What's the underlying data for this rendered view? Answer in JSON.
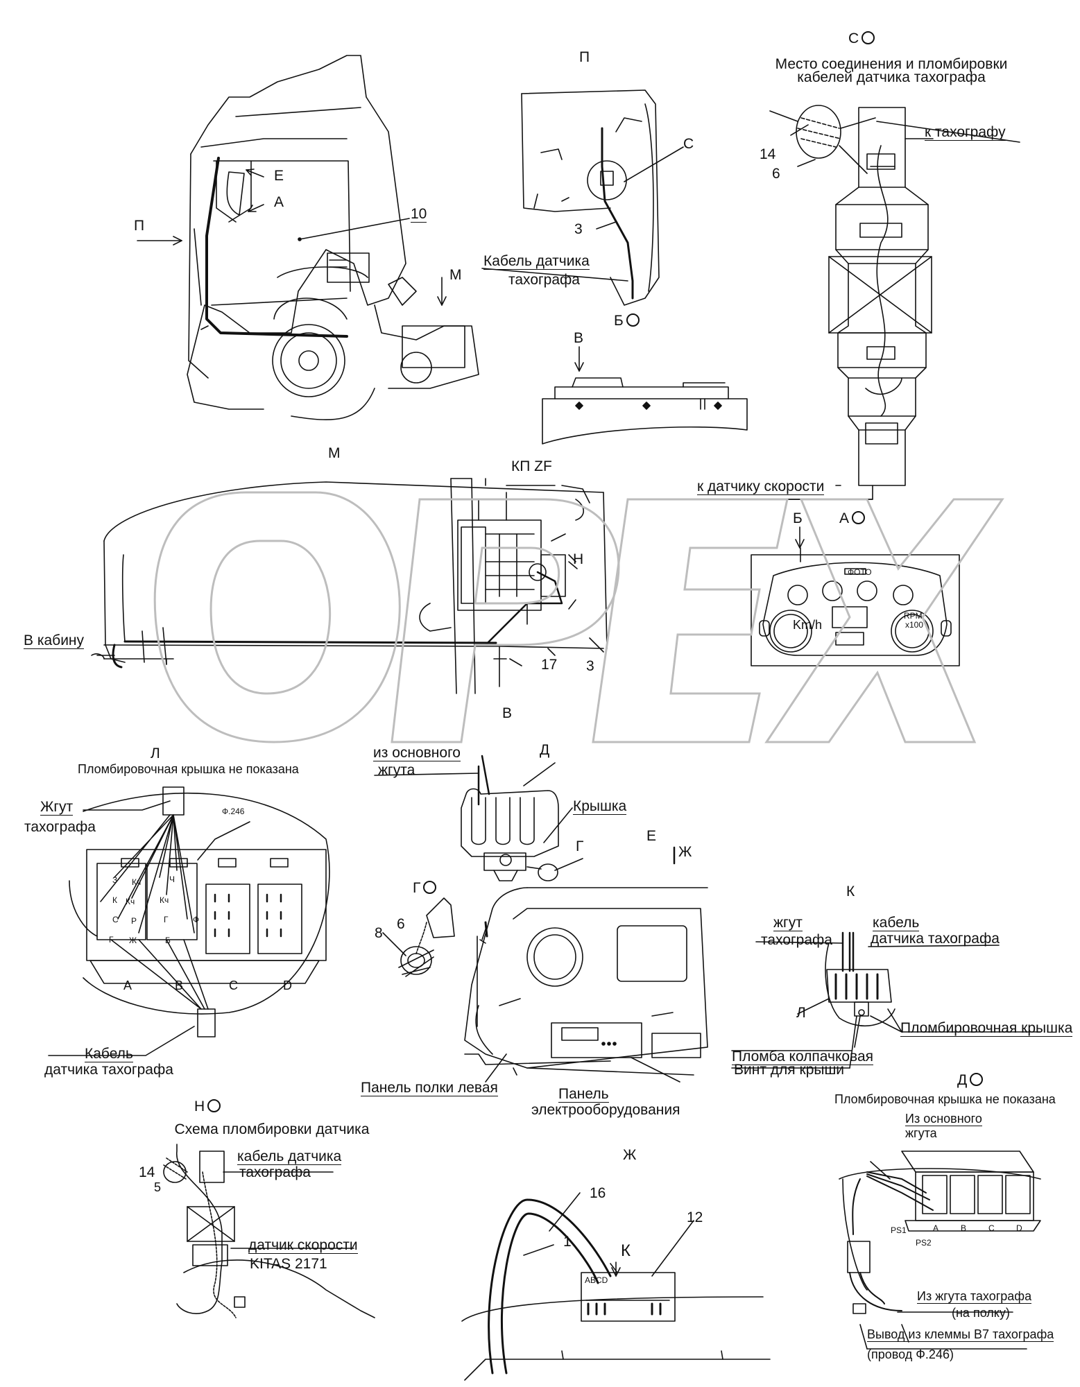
{
  "views": {
    "p_top": "П",
    "c": "С",
    "c_caption_1": "Место соединения и пломбировки",
    "c_caption_2": "кабелей датчика тахографа",
    "to_tachograph": "к тахографу",
    "to_speed_sensor": "к датчику скорости",
    "m": "М",
    "kp": "КП ZF",
    "to_cab": "В кабину",
    "b_dash": "Б",
    "a_dash": "А",
    "b_view": "Б",
    "v_arrow": "В",
    "v_bottom": "В",
    "l": "Л",
    "l_caption": "Пломбировочная крышка не показана",
    "d": "Д",
    "g": "Г",
    "g_view": "Г",
    "e": "Е",
    "zh": "Ж",
    "zh_view": "Ж",
    "k": "К",
    "k_arrow": "К",
    "n": "Н",
    "n_caption": "Схема пломбировки датчика",
    "d2": "Д",
    "d2_caption": "Пломбировочная крышка не показана"
  },
  "truck": {
    "p_arrow": "П",
    "e": "Е",
    "a": "А",
    "ten": "10",
    "m": "М"
  },
  "cab_detail": {
    "c": "С",
    "three": "3",
    "cable_1": "Кабель датчика",
    "cable_2": "тахографа",
    "b": "Б"
  },
  "chassis": {
    "h": "Н",
    "seventeen": "17",
    "three": "3"
  },
  "c_view": {
    "n14": "14",
    "n6": "6"
  },
  "dash": {
    "photo": "ФОТО",
    "kmh": "Km/h",
    "rpm": "RPM",
    "x100": "x100"
  },
  "l_view": {
    "harness_1": "Жгут",
    "harness_2": "тахографа",
    "f246": "Ф.246",
    "pins_a": [
      "З",
      "Кч",
      "К",
      "Кч",
      "С",
      "Р",
      "Г",
      "Ж"
    ],
    "pins_b": [
      "Ч",
      "Кч",
      "Г",
      "Ф",
      "Б"
    ],
    "blocks": [
      "A",
      "B",
      "C",
      "D"
    ],
    "cable_1": "Кабель",
    "cable_2": "датчика тахографа"
  },
  "d_view": {
    "main_1": "из основного",
    "main_2": "жгута",
    "cover": "Крышка"
  },
  "g_view": {
    "n8": "8",
    "n6": "6"
  },
  "e_view": {
    "shelf": "Панель полки левая",
    "panel_1": "Панель",
    "panel_2": "электрооборудования"
  },
  "k_view": {
    "harness_1": "жгут",
    "harness_2": "тахографа",
    "cable_1": "кабель",
    "cable_2": "датчика тахографа",
    "l": "Л",
    "seal_cover": "Пломбировочная крышка",
    "seal_cap": "Пломба колпачковая",
    "screw": "Винт для крыши"
  },
  "n_view": {
    "n14": "14",
    "n5": "5",
    "cable_1": "кабель датчика",
    "cable_2": "тахографа",
    "sensor_1": "датчик скорости",
    "sensor_2": "KITAS 2171"
  },
  "zh_view": {
    "n16": "16",
    "n1": "1",
    "n12": "12",
    "abcd": "ABCD"
  },
  "d2_view": {
    "main_1": "Из основного",
    "main_2": "жгута",
    "ps1": "PS1",
    "ps2": "PS2",
    "blocks": [
      "A",
      "B",
      "C",
      "D"
    ],
    "from_tacho_1": "Из жгута тахографа",
    "from_tacho_2": "(на полку)",
    "b7_1": "Вывод из клеммы В7 тахографа",
    "b7_2": "(провод Ф.246)"
  },
  "watermark": "OPEX",
  "colors": {
    "line": "#111111",
    "watermark": "#bdbdbd",
    "background": "#ffffff"
  }
}
